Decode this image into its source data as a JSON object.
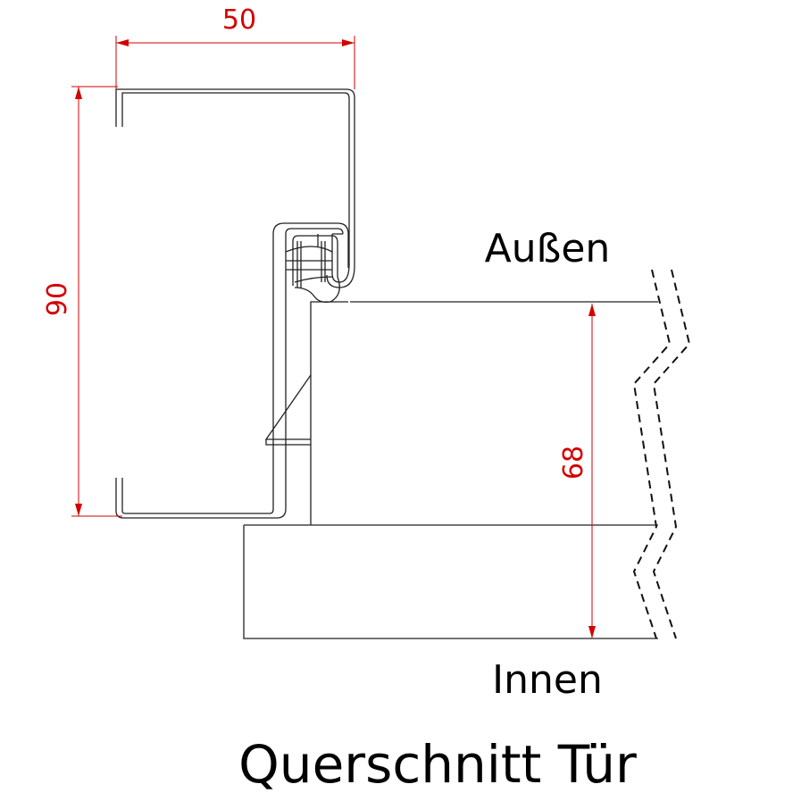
{
  "title": "Querschnitt Tür",
  "labels": {
    "outside": "Außen",
    "inside": "Innen"
  },
  "dimensions": {
    "frame_width": "50",
    "frame_depth": "90",
    "door_thickness": "68"
  },
  "colors": {
    "dimension": "#d40000",
    "line": "#222222"
  }
}
